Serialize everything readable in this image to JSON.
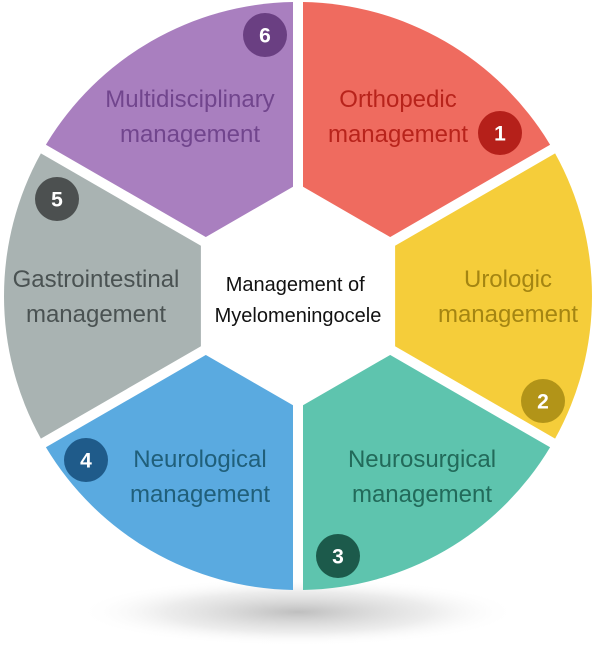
{
  "center": {
    "lines": [
      "Management of",
      "Myelomeningocele"
    ]
  },
  "segments": [
    {
      "id": "orthopedic",
      "number": "1",
      "lines": [
        "Orthopedic",
        "management"
      ],
      "fill": "#ef6b5f",
      "text_color": "#b8231b",
      "badge_color": "#b5201a"
    },
    {
      "id": "urologic",
      "number": "2",
      "lines": [
        "Urologic",
        "management"
      ],
      "fill": "#f5cd3a",
      "text_color": "#a48512",
      "badge_color": "#b29418"
    },
    {
      "id": "neurosurgical",
      "number": "3",
      "lines": [
        "Neurosurgical",
        "management"
      ],
      "fill": "#5ec4ae",
      "text_color": "#226a5a",
      "badge_color": "#1c5a4b"
    },
    {
      "id": "neurological",
      "number": "4",
      "lines": [
        "Neurological",
        "management"
      ],
      "fill": "#5aaae0",
      "text_color": "#205f7a",
      "badge_color": "#1f5b8a"
    },
    {
      "id": "gastrointestinal",
      "number": "5",
      "lines": [
        "Gastrointestinal",
        "management"
      ],
      "fill": "#a9b3b2",
      "text_color": "#4a5252",
      "badge_color": "#4c5050"
    },
    {
      "id": "multidisciplinary",
      "number": "6",
      "lines": [
        "Multidisciplinary",
        "management"
      ],
      "fill": "#a97fbf",
      "text_color": "#71458d",
      "badge_color": "#6a3f82"
    }
  ]
}
